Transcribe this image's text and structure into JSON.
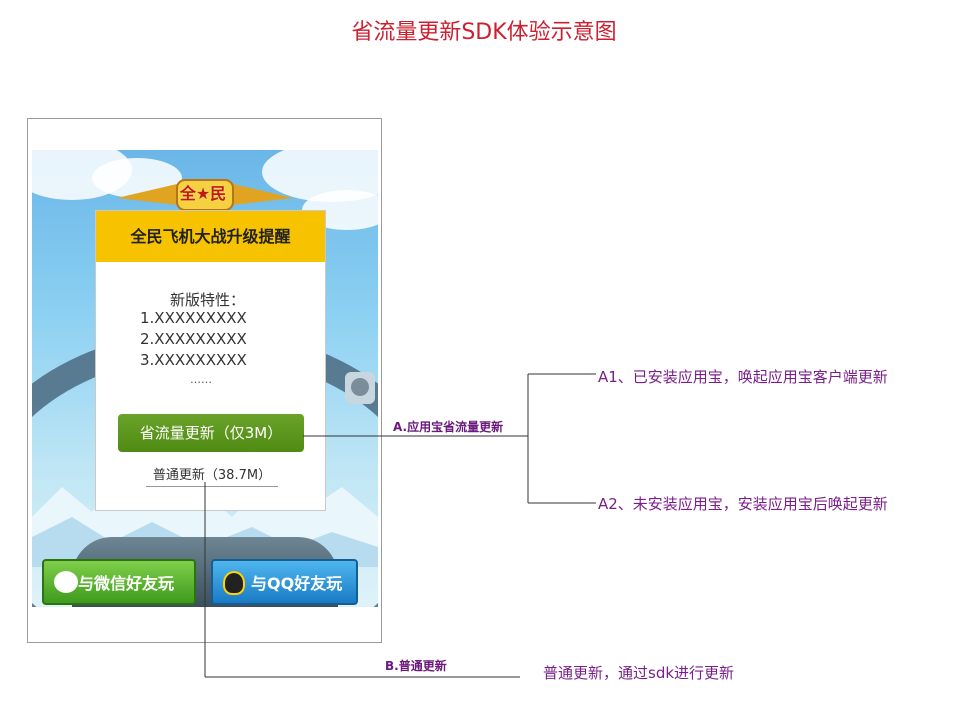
{
  "title": "省流量更新SDK体验示意图",
  "game": {
    "logo_text": "全★民"
  },
  "dialog": {
    "header": "全民飞机大战升级提醒",
    "features_heading": "新版特性：",
    "features": [
      "1.XXXXXXXXX",
      "2.XXXXXXXXX",
      "3.XXXXXXXXX"
    ],
    "ellipsis": "……",
    "save_update_button": "省流量更新（仅3M）",
    "normal_update_button": "普通更新（38.7M）"
  },
  "share": {
    "wechat_label": "与微信好友玩",
    "qq_label": "与QQ好友玩"
  },
  "annotations": {
    "label_a": "A.应用宝省流量更新",
    "label_b": "B.普通更新",
    "note_a1": "A1、已安装应用宝，唤起应用宝客户端更新",
    "note_a2": "A2、未安装应用宝，安装应用宝后唤起更新",
    "note_b": "普通更新，通过sdk进行更新"
  },
  "colors": {
    "title": "#cc1f2f",
    "dialog_header": "#f7c300",
    "save_button": "#5a951c",
    "annotation_label": "#6a1a7a",
    "annotation_note": "#7a1f8a"
  }
}
